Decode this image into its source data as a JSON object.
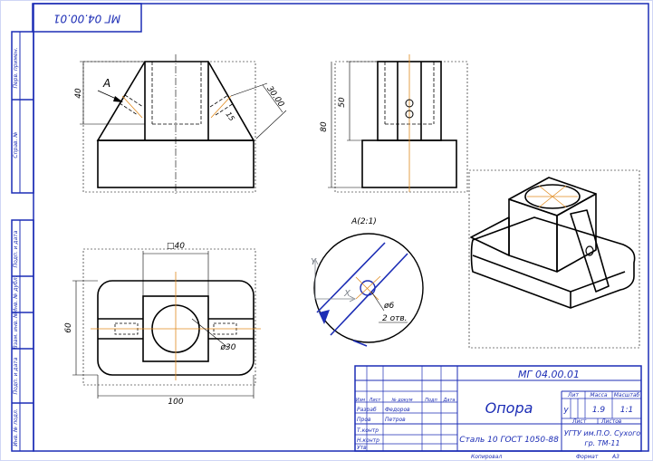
{
  "doc_code_rotated": "МГ 04.00.01",
  "doc_code": "МГ 04.00.01",
  "part_name": "Опора",
  "material": "Сталь 10  ГОСТ 1050-88",
  "organization": [
    "УГТУ им.П.О. Сухого",
    "гр. ТМ-11"
  ],
  "sheet_labels": {
    "lit": "Лит",
    "mass": "Масса",
    "scale": "Масштаб",
    "sheet": "Лист",
    "sheets": "Листов",
    "lit_value": "у"
  },
  "sheet_values": {
    "mass": "1.9",
    "scale": "1:1"
  },
  "roles": [
    "Разраб",
    "Пров",
    "Т.контр",
    "Н.контр",
    "Утв"
  ],
  "names": [
    "Федоров",
    "Петров"
  ],
  "change_headers": [
    "Изм",
    "Лист",
    "№ докум",
    "Подп",
    "Дата"
  ],
  "footer": {
    "copied": "Копировал",
    "format": "Формат",
    "format_value": "A3"
  },
  "side_stamps_top": [
    "Перв. примен.",
    "Справ. №"
  ],
  "side_stamps_bottom": [
    "Подп. и дата",
    "Инв. № дубл.",
    "Взам. инв. №",
    "Подп. и дата",
    "Инв. № подл."
  ],
  "views": {
    "front": {
      "label_A": "А",
      "dim_40": "40",
      "dim_30": "30.00",
      "dim_15": "15"
    },
    "side": {
      "dim_50": "50",
      "dim_80": "80"
    },
    "top": {
      "sq40": "□40",
      "dim_60": "60",
      "dim_100": "100",
      "dia30": "ø30"
    },
    "detail": {
      "title": "А(2:1)",
      "axis_y": "Y",
      "axis_x": "X",
      "dia6": "ø6",
      "holes": "2 отв."
    }
  },
  "colors": {
    "frame": "#1c2db5",
    "line": "#000000",
    "center": "#e08a1e"
  }
}
